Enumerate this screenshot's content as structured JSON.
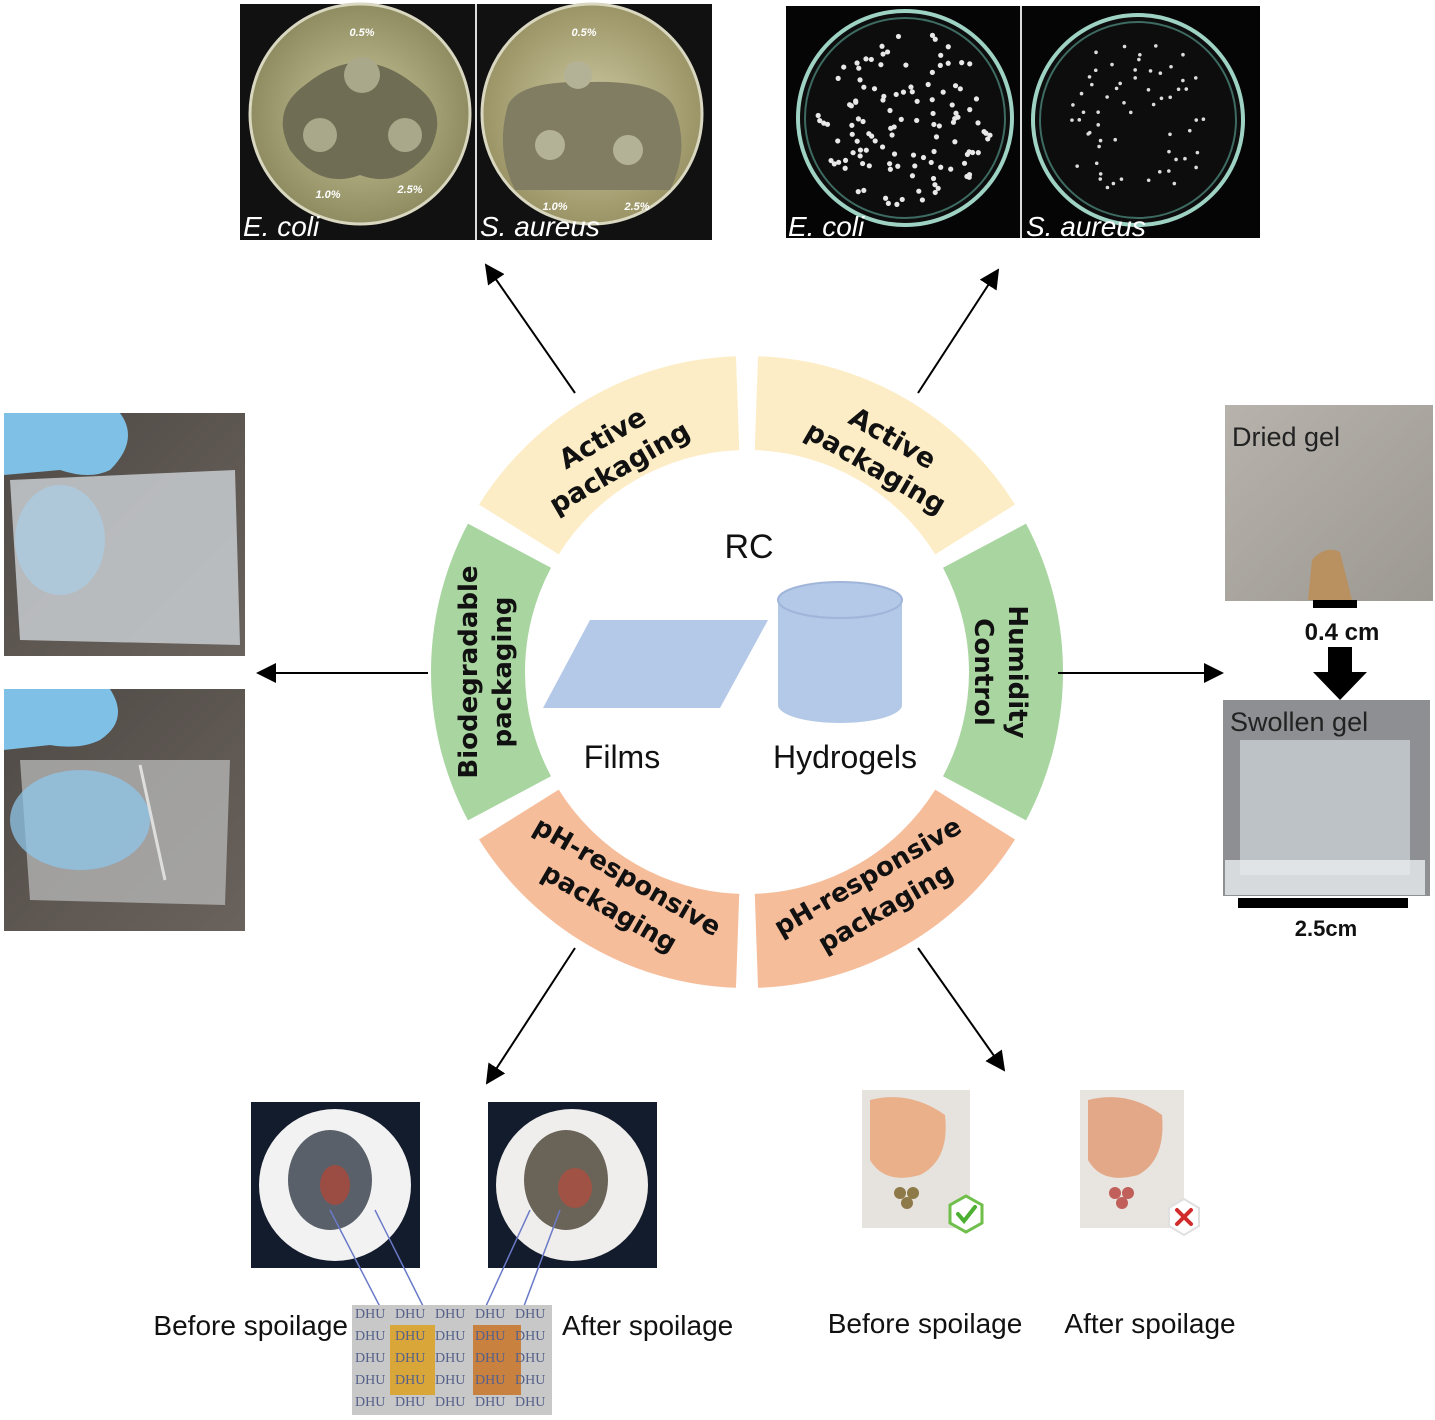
{
  "center": {
    "title": "RC",
    "films_label": "Films",
    "hydrogels_label": "Hydrogels"
  },
  "segments": {
    "active_left": [
      "Active",
      "packaging"
    ],
    "active_right": [
      "Active",
      "packaging"
    ],
    "biodegradable": [
      "Biodegradable",
      "packaging"
    ],
    "humidity": [
      "Humidity",
      "Control"
    ],
    "ph_left": [
      "pH-responsive",
      "packaging"
    ],
    "ph_right": [
      "pH-responsive",
      "packaging"
    ]
  },
  "panels": {
    "inhibition": {
      "left_species": "E. coli",
      "right_species": "S. aureus",
      "conc_a": "0.5%",
      "conc_b": "1.0%",
      "conc_c": "2.5%"
    },
    "colonies": {
      "left_species": "E. coli",
      "right_species": "S. aureus"
    },
    "gel": {
      "dried_label": "Dried gel",
      "dried_size": "0.4 cm",
      "swollen_label": "Swollen gel",
      "swollen_size": "2.5cm"
    },
    "shrimp": {
      "before_label": "Before spoilage",
      "after_label": "After spoilage",
      "indicator_text": "DHU"
    },
    "meat": {
      "before_label": "Before spoilage",
      "after_label": "After spoilage"
    }
  },
  "colors": {
    "active": "#fdedc6",
    "biodegradable": "#a8d5a0",
    "humidity": "#a8d5a0",
    "ph": "#f6bd9b",
    "shape_fill": "#b4c8e8"
  }
}
